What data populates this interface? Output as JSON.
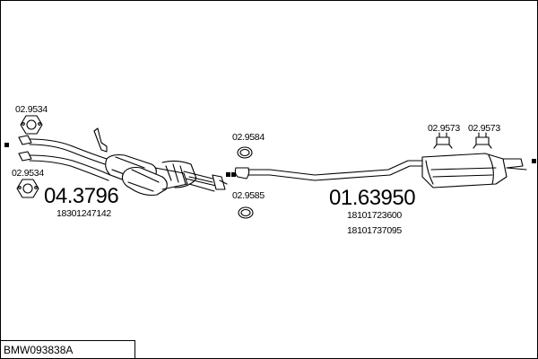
{
  "assembly": {
    "code": "BMW093838A"
  },
  "front_section": {
    "part_number": "04.3796",
    "oe_numbers": [
      "18301247142"
    ],
    "gasket_top": "02.9534",
    "gasket_bottom": "02.9534"
  },
  "middle_joint": {
    "ring_top": "02.9584",
    "ring_bottom": "02.9585"
  },
  "rear_section": {
    "part_number": "01.63950",
    "oe_numbers": [
      "18101723600",
      "18101737095"
    ],
    "hanger_left": "02.9573",
    "hanger_right": "02.9573"
  }
}
